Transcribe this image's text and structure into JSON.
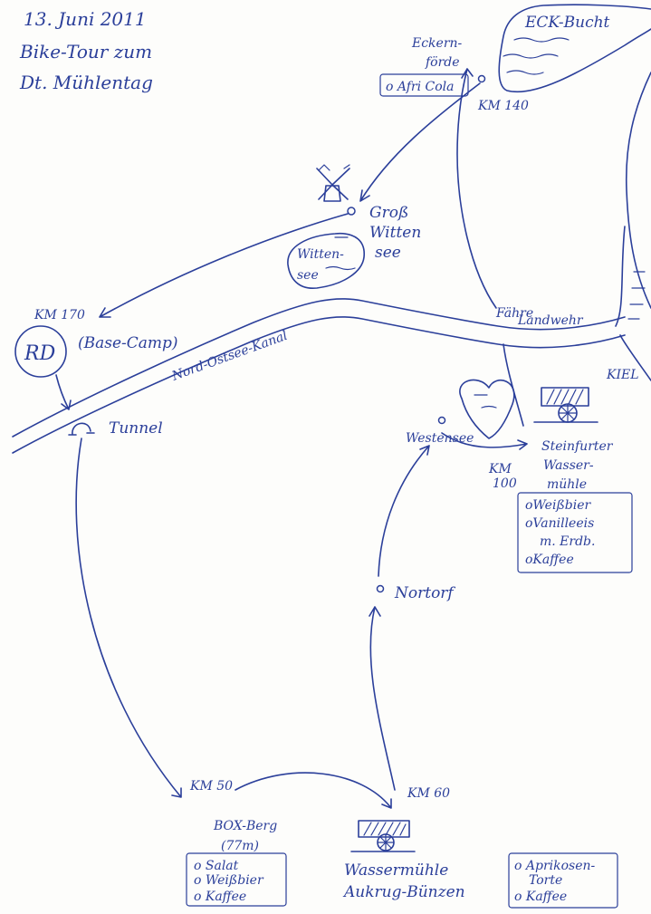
{
  "header": {
    "date": "13. Juni 2011",
    "title_line1": "Bike-Tour zum",
    "title_line2": "Dt. Mühlentag"
  },
  "places": {
    "eck_bucht": "ECK-Bucht",
    "eckernfoerde_1": "Eckern-",
    "eckernfoerde_2": "förde",
    "gross_witten_1": "Groß",
    "gross_witten_2": "Witten",
    "gross_witten_3": "see",
    "wittensee_1": "Witten-",
    "wittensee_2": "see",
    "rd": "RD",
    "base_camp": "(Base-Camp)",
    "kanal": "Nord-Ostsee-Kanal",
    "tunnel": "Tunnel",
    "faehre_1": "Fähre",
    "faehre_2": "Landwehr",
    "kiel": "KIEL",
    "westensee": "Westensee",
    "steinfurter_1": "Steinfurter",
    "steinfurter_2": "Wasser-",
    "steinfurter_3": "mühle",
    "nortorf": "Nortorf",
    "box_berg_1": "BOX-Berg",
    "box_berg_2": "(77m)",
    "wassermuehle_1": "Wassermühle",
    "wassermuehle_2": "Aukrug-Bünzen"
  },
  "km_markers": {
    "km140": "KM 140",
    "km170": "KM 170",
    "km100_1": "KM",
    "km100_2": "100",
    "km50": "KM 50",
    "km60": "KM 60"
  },
  "offers": {
    "eckernfoerde": [
      "o Afri Cola"
    ],
    "steinfurter": [
      "oWeißbier",
      "oVanilleeis",
      "m. Erdb.",
      "oKaffee"
    ],
    "box_berg": [
      "o Salat",
      "o Weißbier",
      "o Kaffee"
    ],
    "aukrug": [
      "o Aprikosen-",
      "Torte",
      "o Kaffee"
    ]
  },
  "icons": [
    "windmill-icon",
    "watermill-icon",
    "tunnel-icon"
  ],
  "ink_color": "#2b3f9a"
}
